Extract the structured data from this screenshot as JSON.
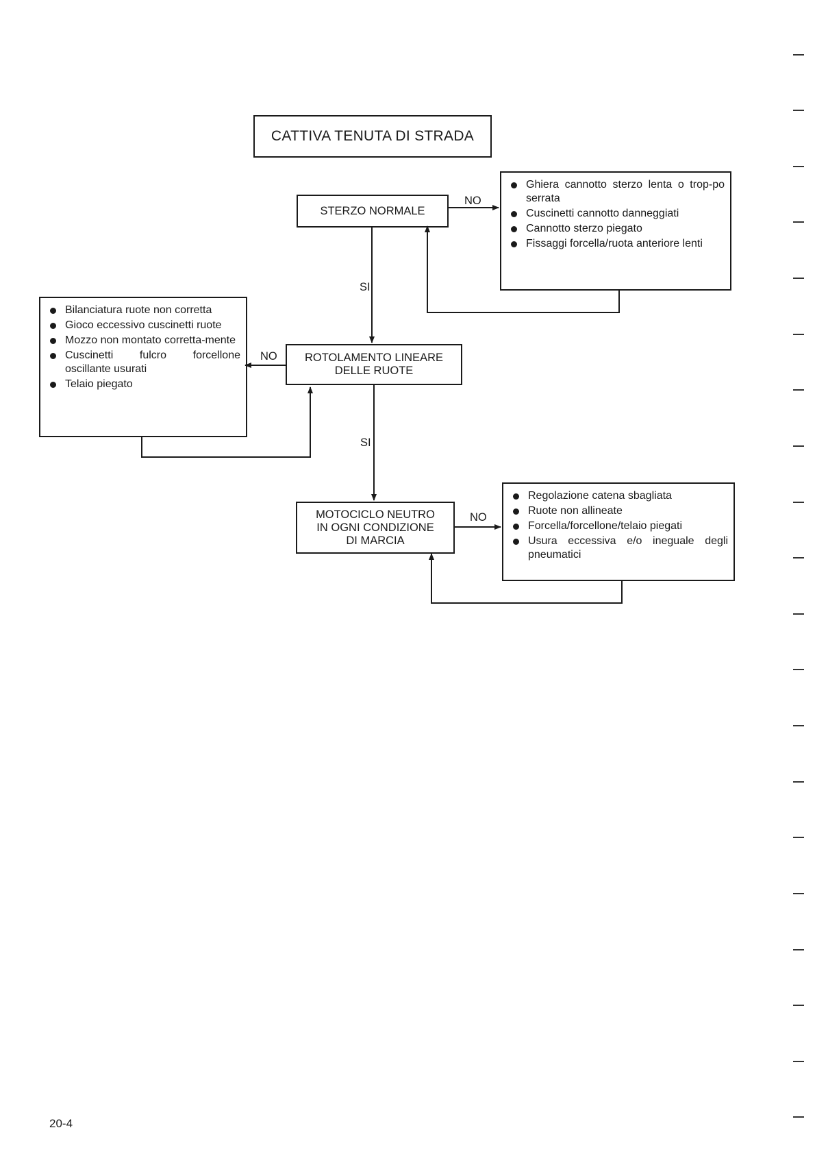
{
  "title": "CATTIVA TENUTA DI STRADA",
  "steps": [
    {
      "lines": [
        "STERZO NORMALE"
      ]
    },
    {
      "lines": [
        "ROTOLAMENTO LINEARE",
        "DELLE RUOTE"
      ]
    },
    {
      "lines": [
        "MOTOCICLO NEUTRO",
        "IN OGNI CONDIZIONE",
        "DI MARCIA"
      ]
    }
  ],
  "causes": [
    {
      "items": [
        "Ghiera cannotto sterzo lenta o trop-po serrata",
        "Cuscinetti cannotto danneggiati",
        "Cannotto sterzo piegato",
        "Fissaggi forcella/ruota anteriore lenti"
      ]
    },
    {
      "items": [
        "Bilanciatura ruote non corretta",
        "Gioco eccessivo cuscinetti ruote",
        "Mozzo non montato corretta-mente",
        "Cuscinetti fulcro forcellone oscillante usurati",
        "Telaio piegato"
      ]
    },
    {
      "items": [
        "Regolazione catena sbagliata",
        "Ruote non allineate",
        "Forcella/forcellone/telaio piegati",
        "Usura eccessiva e/o ineguale degli pneumatici"
      ]
    }
  ],
  "labels": {
    "yes": "SI",
    "no": "NO"
  },
  "page_number": "20-4",
  "colors": {
    "ink": "#1a1a1a",
    "paper": "#ffffff"
  }
}
